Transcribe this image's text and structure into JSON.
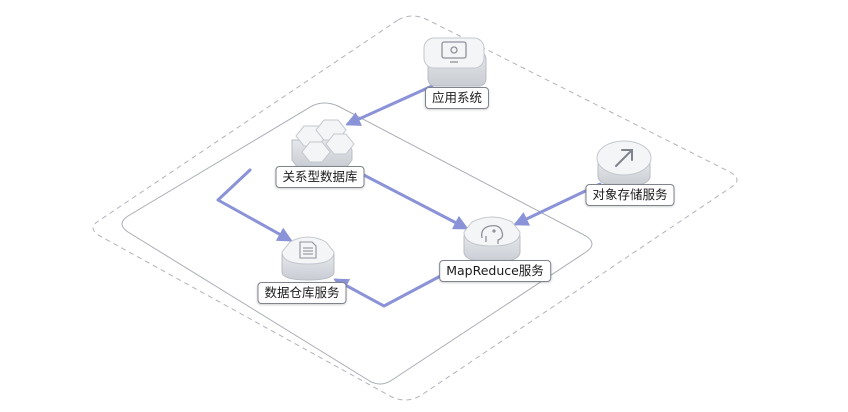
{
  "colors": {
    "flow_arrow": "#8a92d8",
    "boundary": "#b0b4bb",
    "node_top": "#f4f5f7",
    "node_side": "#d9dce1"
  },
  "nodes": {
    "app_system": {
      "label": "应用系统",
      "icon": "monitor-icon"
    },
    "relational_db": {
      "label": "关系型数据库",
      "icon": "hexagon-cluster-icon"
    },
    "object_storage": {
      "label": "对象存储服务",
      "icon": "upload-arrow-icon"
    },
    "mapreduce": {
      "label": "MapReduce服务",
      "icon": "elephant-icon"
    },
    "data_warehouse": {
      "label": "数据仓库服务",
      "icon": "document-icon"
    }
  }
}
